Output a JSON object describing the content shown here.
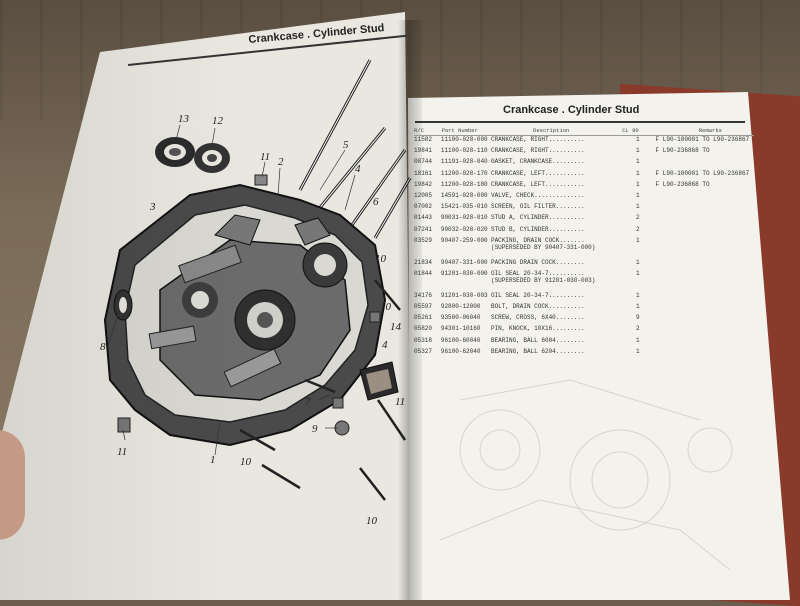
{
  "scene": {
    "background": "cardboard-surface",
    "colors": {
      "cardboard": "#7a6b58",
      "book_cover": "#8a3a2a",
      "paper": "#f3f2ec",
      "ink": "#222222"
    }
  },
  "left_page": {
    "header": "Crankcase . Cylinder Stud",
    "diagram": {
      "callouts": [
        "13",
        "12",
        "11",
        "2",
        "5",
        "4",
        "6",
        "3",
        "10",
        "10",
        "14",
        "8",
        "9",
        "7",
        "4",
        "1",
        "10",
        "11",
        "10",
        "11"
      ]
    }
  },
  "right_page": {
    "header": "Crankcase . Cylinder Stud",
    "columns": {
      "ref": "R/C",
      "part": "Part Number",
      "desc": "Description",
      "qty": "CL 90",
      "remarks": "Remarks"
    },
    "rows": [
      {
        "ref": "11582",
        "part": "11100-028-000",
        "desc": "CRANKCASE, RIGHT..........",
        "qty": "1",
        "remarks": "F  L90-100001  TO  L90-236867"
      },
      {
        "ref": "19841",
        "part": "11100-028-110",
        "desc": "CRANKCASE, RIGHT..........",
        "qty": "1",
        "remarks": "F  L90-236868  TO"
      },
      {
        "ref": "08744",
        "part": "11191-028-040",
        "desc": "GASKET, CRANKCASE.........",
        "qty": "1",
        "remarks": ""
      },
      {
        "ref": "18161",
        "part": "11200-028-170",
        "desc": "CRANKCASE, LEFT...........",
        "qty": "1",
        "remarks": "F  L90-100001  TO  L90-236867"
      },
      {
        "ref": "19842",
        "part": "11200-028-180",
        "desc": "CRANKCASE, LEFT...........",
        "qty": "1",
        "remarks": "F  L90-236868  TO"
      },
      {
        "ref": "12005",
        "part": "14591-028-000",
        "desc": "VALVE, CHECK..............",
        "qty": "1",
        "remarks": ""
      },
      {
        "ref": "07002",
        "part": "15421-035-010",
        "desc": "SCREEN, OIL FILTER........",
        "qty": "1",
        "remarks": ""
      },
      {
        "ref": "01443",
        "part": "90031-028-010",
        "desc": "STUD A, CYLINDER..........",
        "qty": "2",
        "remarks": ""
      },
      {
        "ref": "07241",
        "part": "90032-028-020",
        "desc": "STUD B, CYLINDER..........",
        "qty": "2",
        "remarks": ""
      },
      {
        "ref": "03529",
        "part": "90407-259-000",
        "desc": "PACKING, DRAIN COCK.......",
        "note": "(SUPERSEDED BY 90407-331-000)",
        "qty": "1",
        "remarks": ""
      },
      {
        "ref": "21834",
        "part": "90407-331-000",
        "desc": "PACKING DRAIN COCK........",
        "qty": "1",
        "remarks": ""
      },
      {
        "ref": "01844",
        "part": "91201-030-000",
        "desc": "OIL SEAL 20-34-7..........",
        "note": "(SUPERSEDED BY 91201-030-003)",
        "qty": "1",
        "remarks": ""
      },
      {
        "ref": "34176",
        "part": "91201-030-003",
        "desc": "OIL SEAL 20-34-7..........",
        "qty": "1",
        "remarks": ""
      },
      {
        "ref": "05597",
        "part": "92800-12000",
        "desc": "BOLT, DRAIN COCK..........",
        "qty": "1",
        "remarks": ""
      },
      {
        "ref": "05261",
        "part": "93500-06040",
        "desc": "SCREW, CROSS, 6X40........",
        "qty": "9",
        "remarks": ""
      },
      {
        "ref": "05820",
        "part": "94301-10160",
        "desc": "PIN, KNOCK, 10X16.........",
        "qty": "2",
        "remarks": ""
      },
      {
        "ref": "05318",
        "part": "96100-60040",
        "desc": "BEARING, BALL 6004........",
        "qty": "1",
        "remarks": ""
      },
      {
        "ref": "05327",
        "part": "96100-62040",
        "desc": "BEARING, BALL 6204........",
        "qty": "1",
        "remarks": ""
      }
    ]
  }
}
